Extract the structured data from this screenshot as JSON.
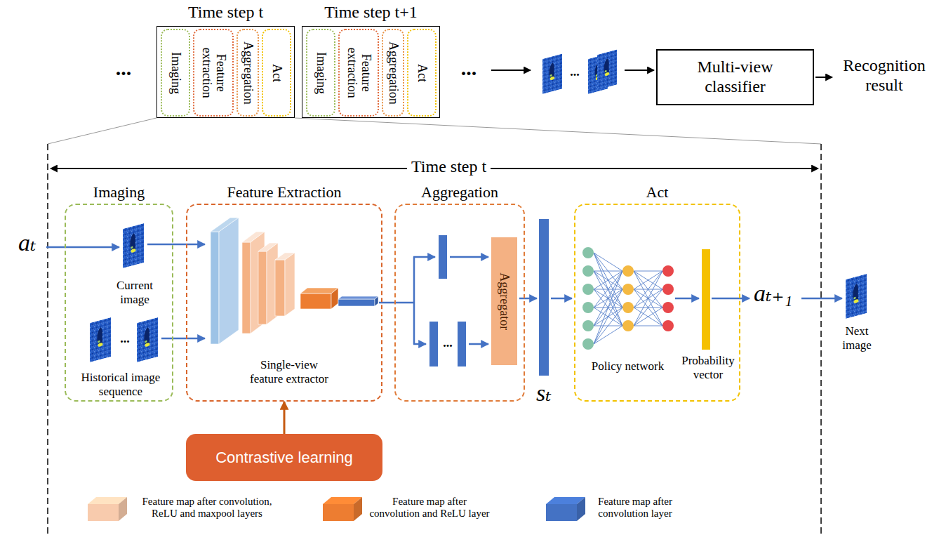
{
  "diagram": {
    "nodes": [
      {
        "text": [
          "Time step t"
        ]
      },
      {
        "text": [
          "Imaging"
        ],
        "in": 0
      },
      {
        "text": [
          "Feature extraction"
        ],
        "in": 0
      },
      {
        "text": [
          "Aggregation"
        ],
        "in": 0
      },
      {
        "text": [
          "Act"
        ],
        "in": 0
      },
      {
        "text": [
          "Time step t+1"
        ]
      },
      {
        "text": [
          "Imaging"
        ],
        "in": 5
      },
      {
        "text": [
          "Feature extraction"
        ],
        "in": 5
      },
      {
        "text": [
          "Aggregation"
        ],
        "in": 5
      },
      {
        "text": [
          "Act"
        ],
        "in": 5
      },
      {
        "text": [
          "Multi-view classifier"
        ]
      },
      {
        "text": [
          "Imaging",
          "Current image",
          "Historical image sequence"
        ]
      },
      {
        "text": [
          "Feature Extraction",
          "Single-view feature extractor"
        ]
      },
      {
        "text": [
          "Aggregation"
        ]
      },
      {
        "text": [
          "Aggregator"
        ],
        "in": 13
      },
      {
        "text": [
          "Act",
          "Policy network",
          "Probability vector"
        ]
      },
      {
        "text": [
          "Contrastive learning"
        ]
      }
    ],
    "edges": [
      {
        "from": 16,
        "to": 12,
        "arrow": "to"
      }
    ],
    "labels": [
      "...",
      "...",
      "...",
      "Recognition result",
      "Time step t",
      "aₜ",
      "...",
      "...",
      "sₜ",
      "aₜ₊₁",
      "Next image"
    ],
    "legend": [
      {
        "text": "Feature map after convolution, ReLU and maxpool layers",
        "color": "#f8cbad"
      },
      {
        "text": "Feature map after convolution and ReLU layer",
        "color": "#ed7d31"
      },
      {
        "text": "Feature map after convolution layer",
        "color": "#4472c4"
      }
    ]
  }
}
